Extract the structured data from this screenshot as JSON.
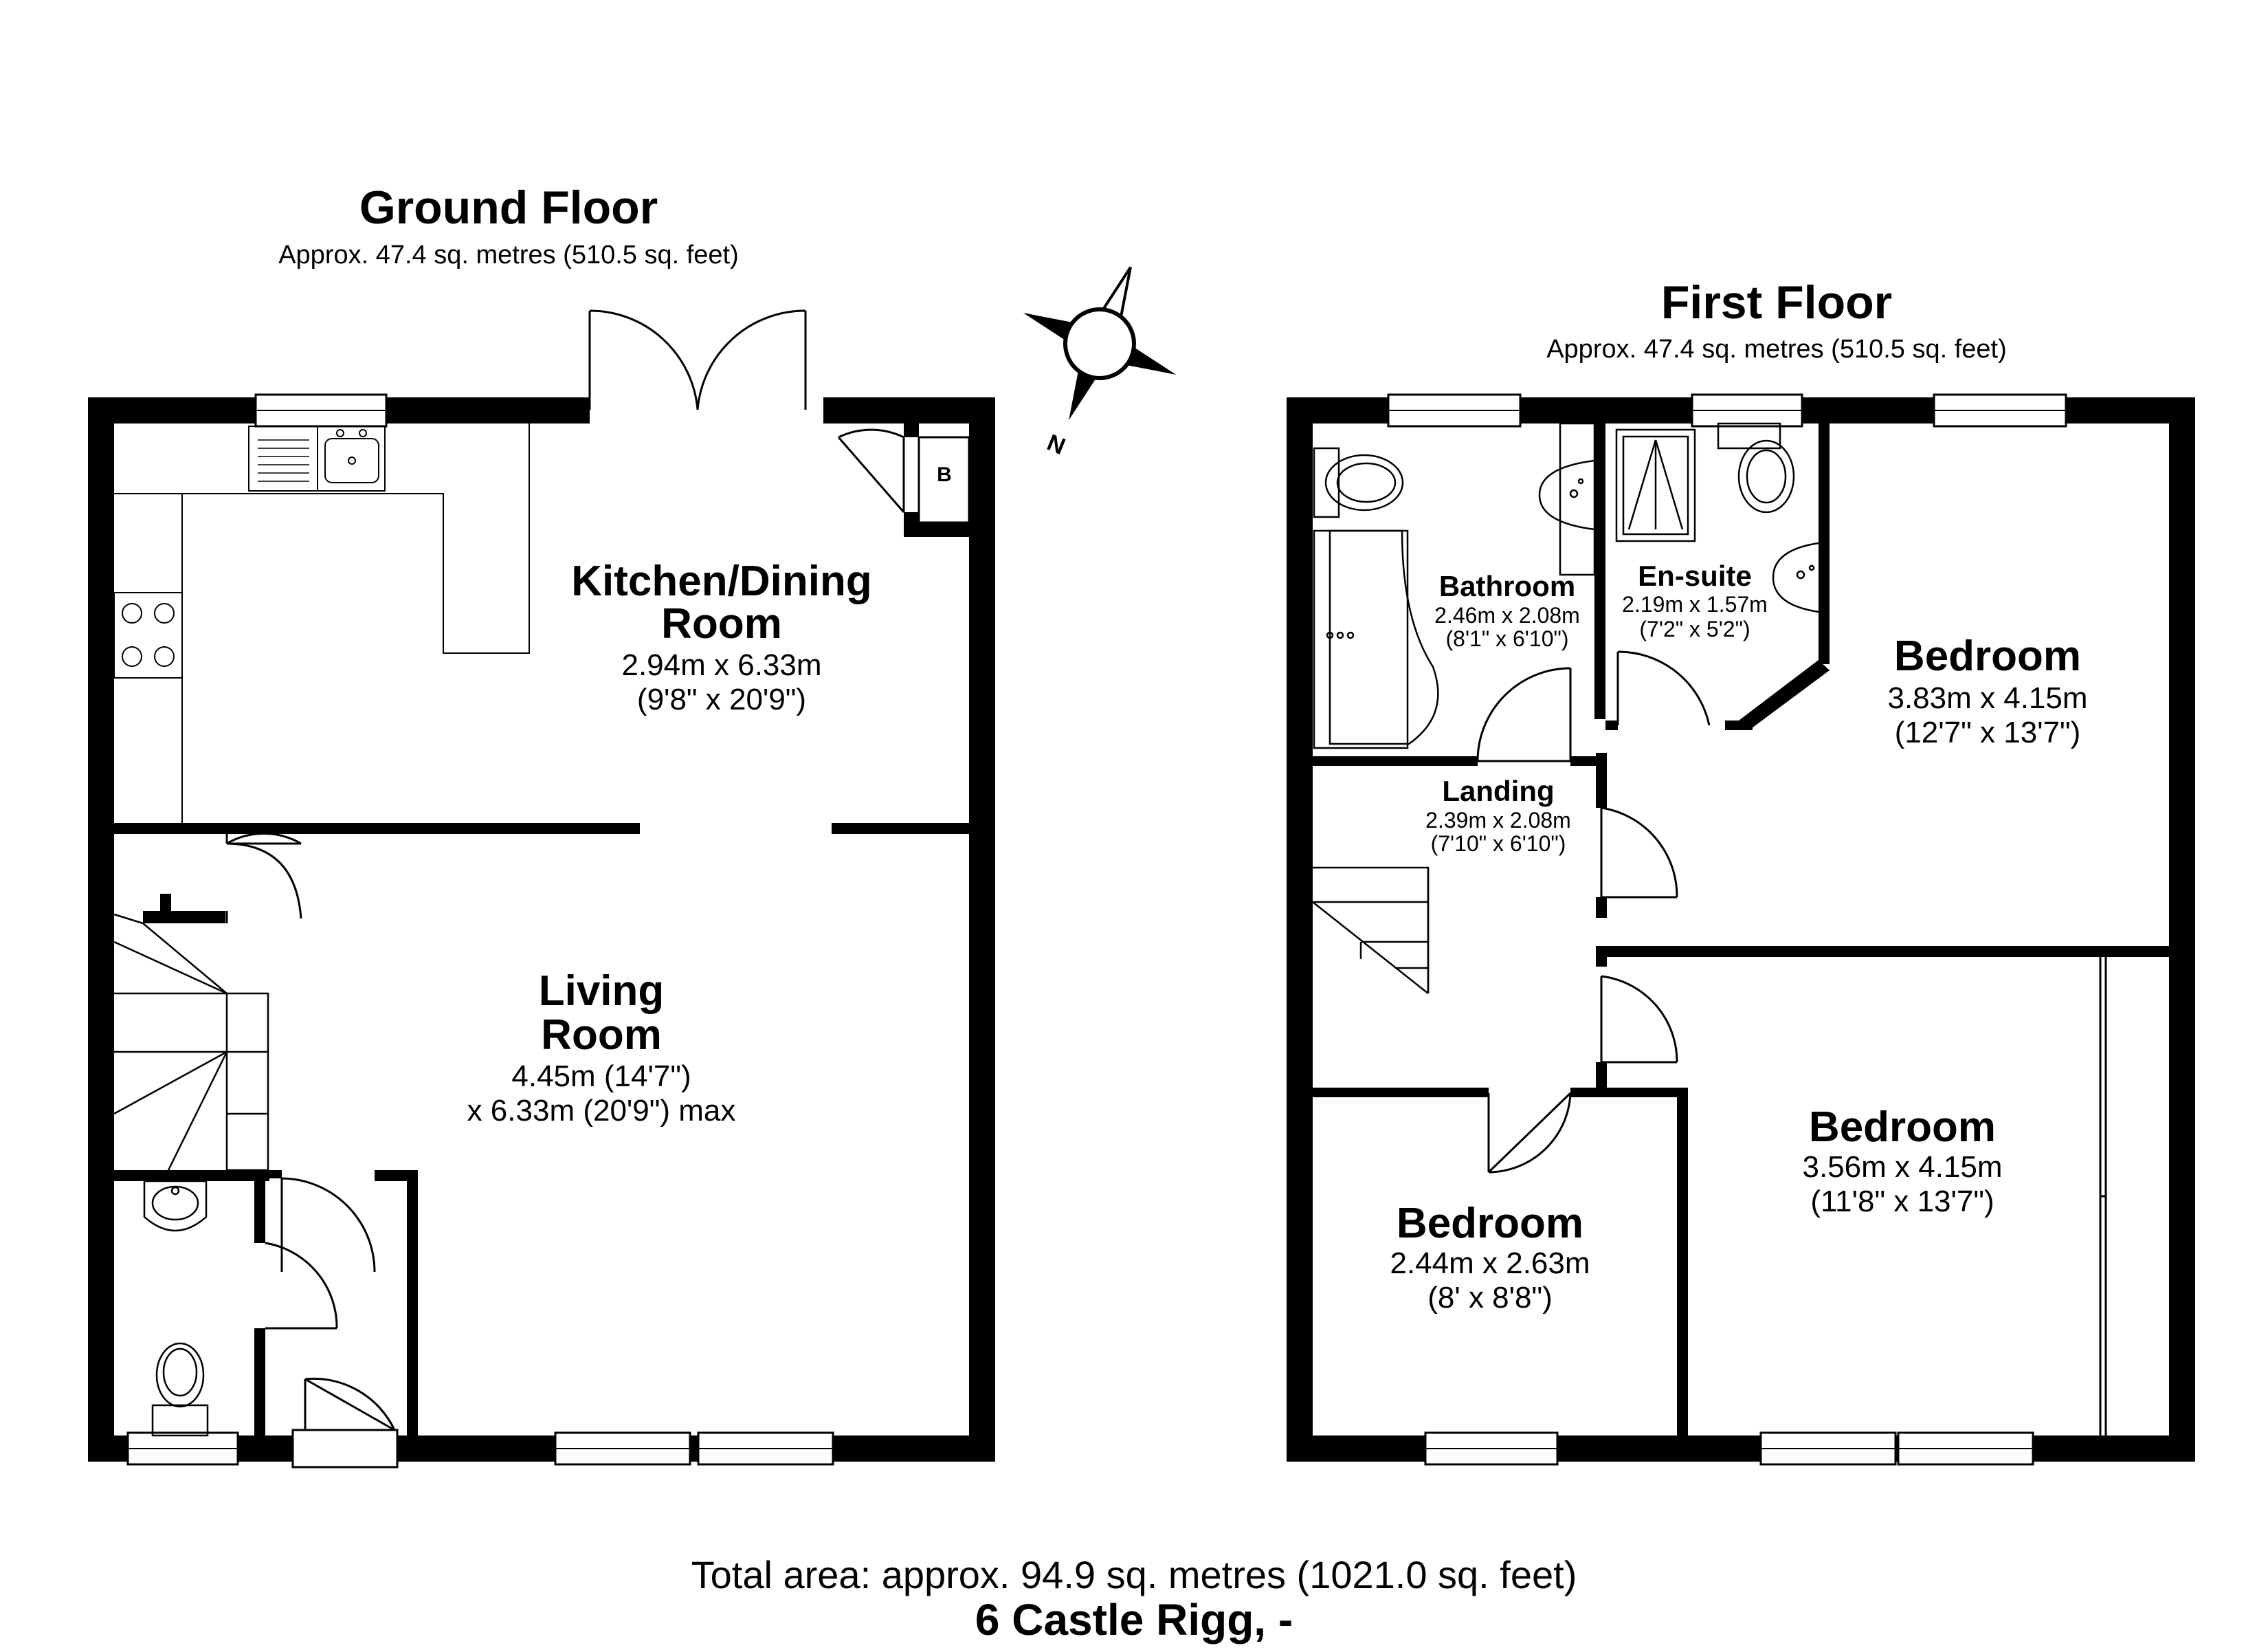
{
  "ground_floor": {
    "title": "Ground Floor",
    "area": "Approx. 47.4 sq. metres (510.5 sq. feet)",
    "rooms": {
      "kitchen": {
        "name_1": "Kitchen/Dining",
        "name_2": "Room",
        "dims_m": "2.94m x 6.33m",
        "dims_ft": "(9'8\" x 20'9\")"
      },
      "living": {
        "name_1": "Living",
        "name_2": "Room",
        "dims_m": "4.45m (14'7\")",
        "dims_ft": "x 6.33m (20'9\") max"
      }
    },
    "boiler_label": "B"
  },
  "first_floor": {
    "title": "First Floor",
    "area": "Approx. 47.4 sq. metres (510.5 sq. feet)",
    "rooms": {
      "bathroom": {
        "name": "Bathroom",
        "dims_m": "2.46m x 2.08m",
        "dims_ft": "(8'1\" x 6'10\")"
      },
      "ensuite": {
        "name": "En-suite",
        "dims_m": "2.19m x 1.57m",
        "dims_ft": "(7'2\" x 5'2\")"
      },
      "bedroom_1": {
        "name": "Bedroom",
        "dims_m": "3.83m x 4.15m",
        "dims_ft": "(12'7\" x 13'7\")"
      },
      "landing": {
        "name": "Landing",
        "dims_m": "2.39m x 2.08m",
        "dims_ft": "(7'10\" x 6'10\")"
      },
      "bedroom_2": {
        "name": "Bedroom",
        "dims_m": "3.56m x 4.15m",
        "dims_ft": "(11'8\" x 13'7\")"
      },
      "bedroom_3": {
        "name": "Bedroom",
        "dims_m": "2.44m x 2.63m",
        "dims_ft": "(8' x 8'8\")"
      }
    }
  },
  "compass": {
    "label": "N"
  },
  "footer": {
    "total_area": "Total area: approx. 94.9 sq. metres (1021.0 sq. feet)",
    "address": "6 Castle Rigg, -"
  }
}
